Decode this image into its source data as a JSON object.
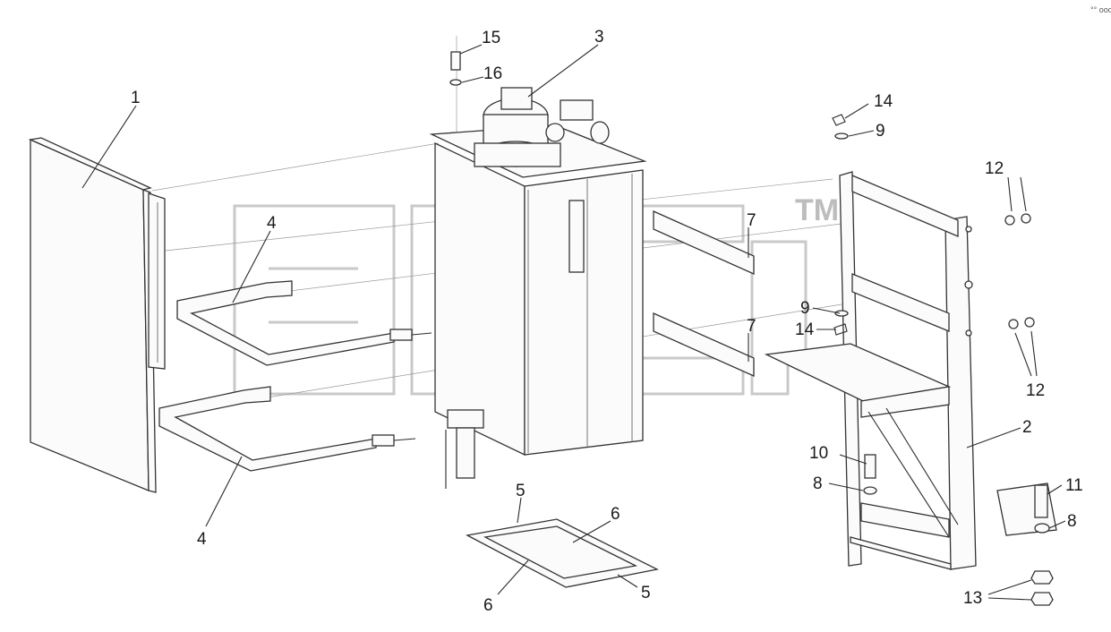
{
  "watermark": {
    "tm": "TM"
  },
  "corner_mark": "°° ooo",
  "callouts": [
    {
      "id": "c1",
      "text": "1"
    },
    {
      "id": "c2",
      "text": "2"
    },
    {
      "id": "c3",
      "text": "3"
    },
    {
      "id": "c4a",
      "text": "4"
    },
    {
      "id": "c4b",
      "text": "4"
    },
    {
      "id": "c5a",
      "text": "5"
    },
    {
      "id": "c5b",
      "text": "5"
    },
    {
      "id": "c6a",
      "text": "6"
    },
    {
      "id": "c6b",
      "text": "6"
    },
    {
      "id": "c7a",
      "text": "7"
    },
    {
      "id": "c7b",
      "text": "7"
    },
    {
      "id": "c8a",
      "text": "8"
    },
    {
      "id": "c8b",
      "text": "8"
    },
    {
      "id": "c9a",
      "text": "9"
    },
    {
      "id": "c9b",
      "text": "9"
    },
    {
      "id": "c10",
      "text": "10"
    },
    {
      "id": "c11",
      "text": "11"
    },
    {
      "id": "c12a",
      "text": "12"
    },
    {
      "id": "c12b",
      "text": "12"
    },
    {
      "id": "c13",
      "text": "13"
    },
    {
      "id": "c14a",
      "text": "14"
    },
    {
      "id": "c14b",
      "text": "14"
    },
    {
      "id": "c15",
      "text": "15"
    },
    {
      "id": "c16",
      "text": "16"
    }
  ]
}
